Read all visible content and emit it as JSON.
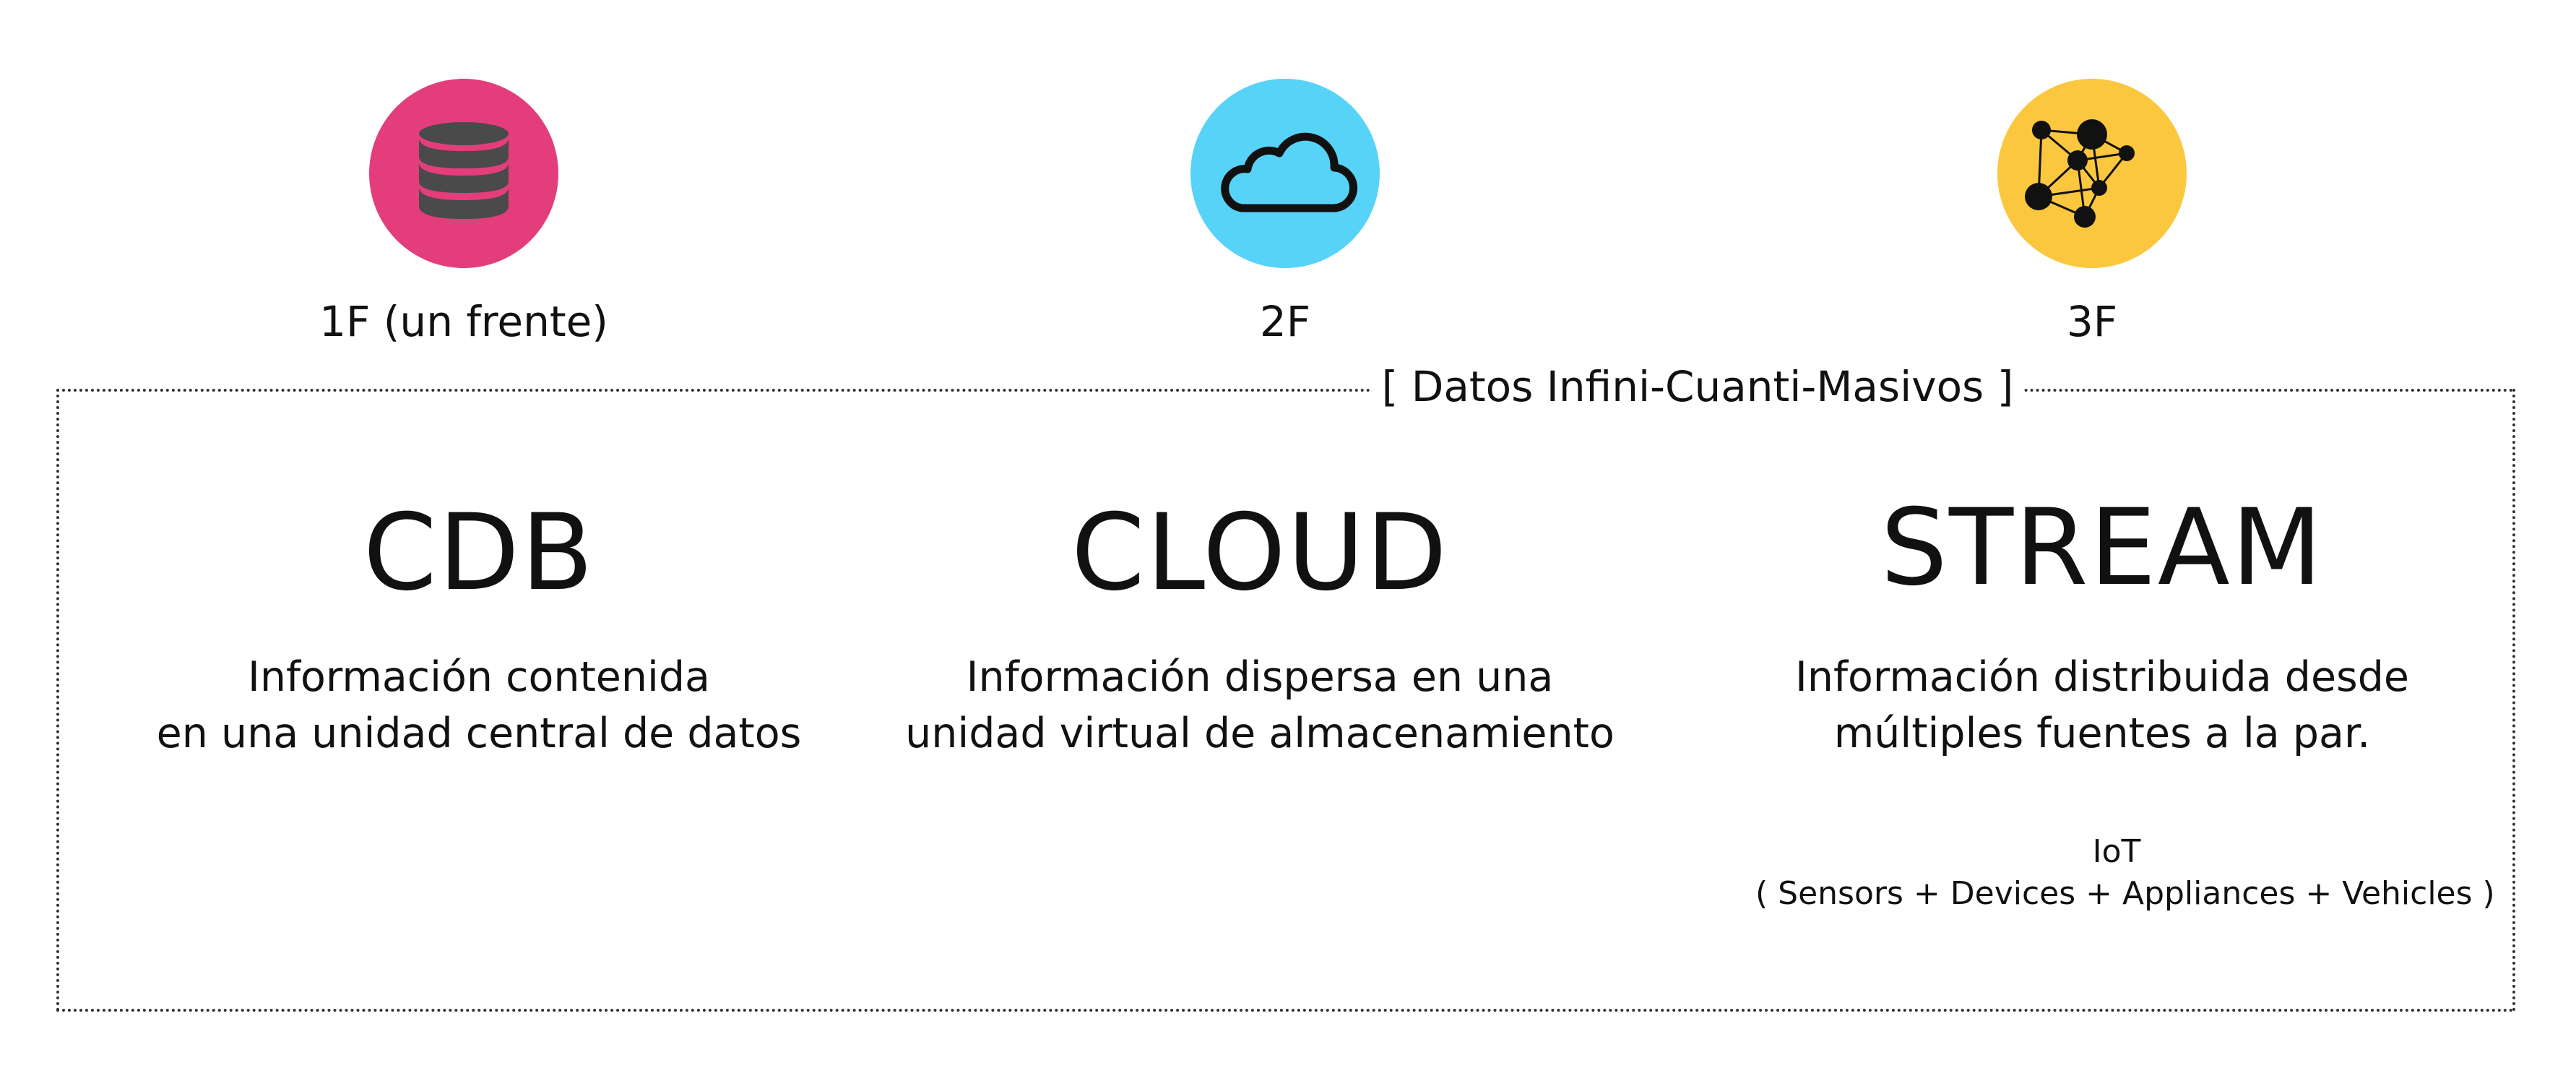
{
  "icons": {
    "database": {
      "name": "database-icon",
      "color": "#E43D7C"
    },
    "cloud": {
      "name": "cloud-icon",
      "color": "#58D3F8"
    },
    "network": {
      "name": "network-icon",
      "color": "#FBC73F"
    }
  },
  "fronts": [
    "1F (un frente)",
    "2F",
    "3F"
  ],
  "frame_title": "[ Datos Infini-Cuanti-Masivos ]",
  "columns": [
    {
      "title": "CDB",
      "desc_lines": [
        "Información contenida",
        "en una unidad central de datos"
      ]
    },
    {
      "title": "CLOUD",
      "desc_lines": [
        "Información dispersa en una",
        "unidad virtual de almacenamiento"
      ]
    },
    {
      "title": "STREAM",
      "desc_lines": [
        "Información distribuida desde",
        "múltiples fuentes a la par."
      ]
    }
  ],
  "iot": {
    "title": "IoT",
    "detail": "( Sensors + Devices + Appliances + Vehicles )"
  }
}
